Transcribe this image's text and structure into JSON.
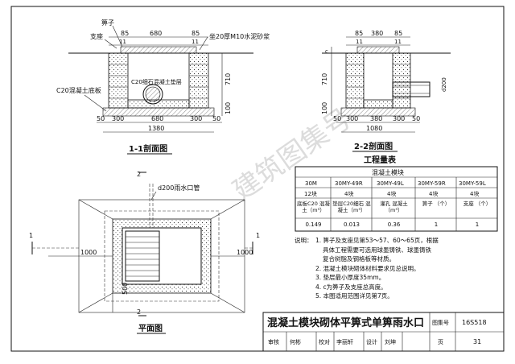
{
  "section11": {
    "title": "1-1剖面图",
    "label_grate": "箅子",
    "label_seat": "支座",
    "label_mortar": "坐20厚M10水泥砂浆",
    "label_cushion": "C20细石混凝土垫层",
    "label_base": "C20混凝土底板",
    "top_dims": [
      "85",
      "680",
      "85",
      "11",
      "11"
    ],
    "side_dims": [
      "710",
      "100"
    ],
    "bottom_dims": [
      "50",
      "300",
      "680",
      "300",
      "50"
    ],
    "total": "1380"
  },
  "section22": {
    "title": "2-2剖面图",
    "top_dims": [
      "85",
      "380",
      "85",
      "11",
      "11"
    ],
    "side_dims": [
      "c",
      "710",
      "100"
    ],
    "pipe_label": "d200",
    "bottom_dims": [
      "50",
      "300",
      "380",
      "300",
      "50"
    ],
    "total": "1080"
  },
  "plan": {
    "title": "平面图",
    "pipe_label": "d200雨水口管",
    "section_marks": [
      "1",
      "1",
      "2",
      "2"
    ],
    "dims": [
      "1000",
      "1000",
      "500"
    ]
  },
  "quantity_table": {
    "title": "工程量表",
    "group_header": "混凝土模块",
    "headers": [
      "30M",
      "30MY-49R",
      "30MY-49L",
      "30MY-59R",
      "30MY-59L"
    ],
    "counts": [
      "12块",
      "4块",
      "4块",
      "4块",
      "4块"
    ],
    "items": [
      "底板C20 混凝土（m³）",
      "垫层C20细石 混凝土（m³）",
      "灌孔 混凝土（m³）",
      "箅子 （个）",
      "支座 （个）"
    ],
    "values": [
      "0.149",
      "0.013",
      "0.36",
      "1",
      "1"
    ]
  },
  "notes": {
    "heading": "说明：",
    "lines": [
      "1. 箅子及支座见第53～57、60～65页，根据",
      "具体工程需要可选用球墨铸铁、球墨铸铁",
      "复合树脂及钢格板等材质。",
      "2. 混凝土模块砌体材料要求见总说明。",
      "3. 垫层最小厚度35mm。",
      "4. c为箅子及支座总高度。",
      "5. 本图适用范围详见第7页。"
    ]
  },
  "title_block": {
    "drawing_title": "混凝土模块砌体平箅式单箅雨水口",
    "atlas_label": "图集号",
    "atlas_no": "16S518",
    "review_label": "审核",
    "reviewer": "何彬",
    "check_label": "校对",
    "checker": "李丽轩",
    "design_label": "设计",
    "designer": "刘坤",
    "page_label": "页",
    "page_no": "31"
  },
  "watermark": "建筑图集号"
}
